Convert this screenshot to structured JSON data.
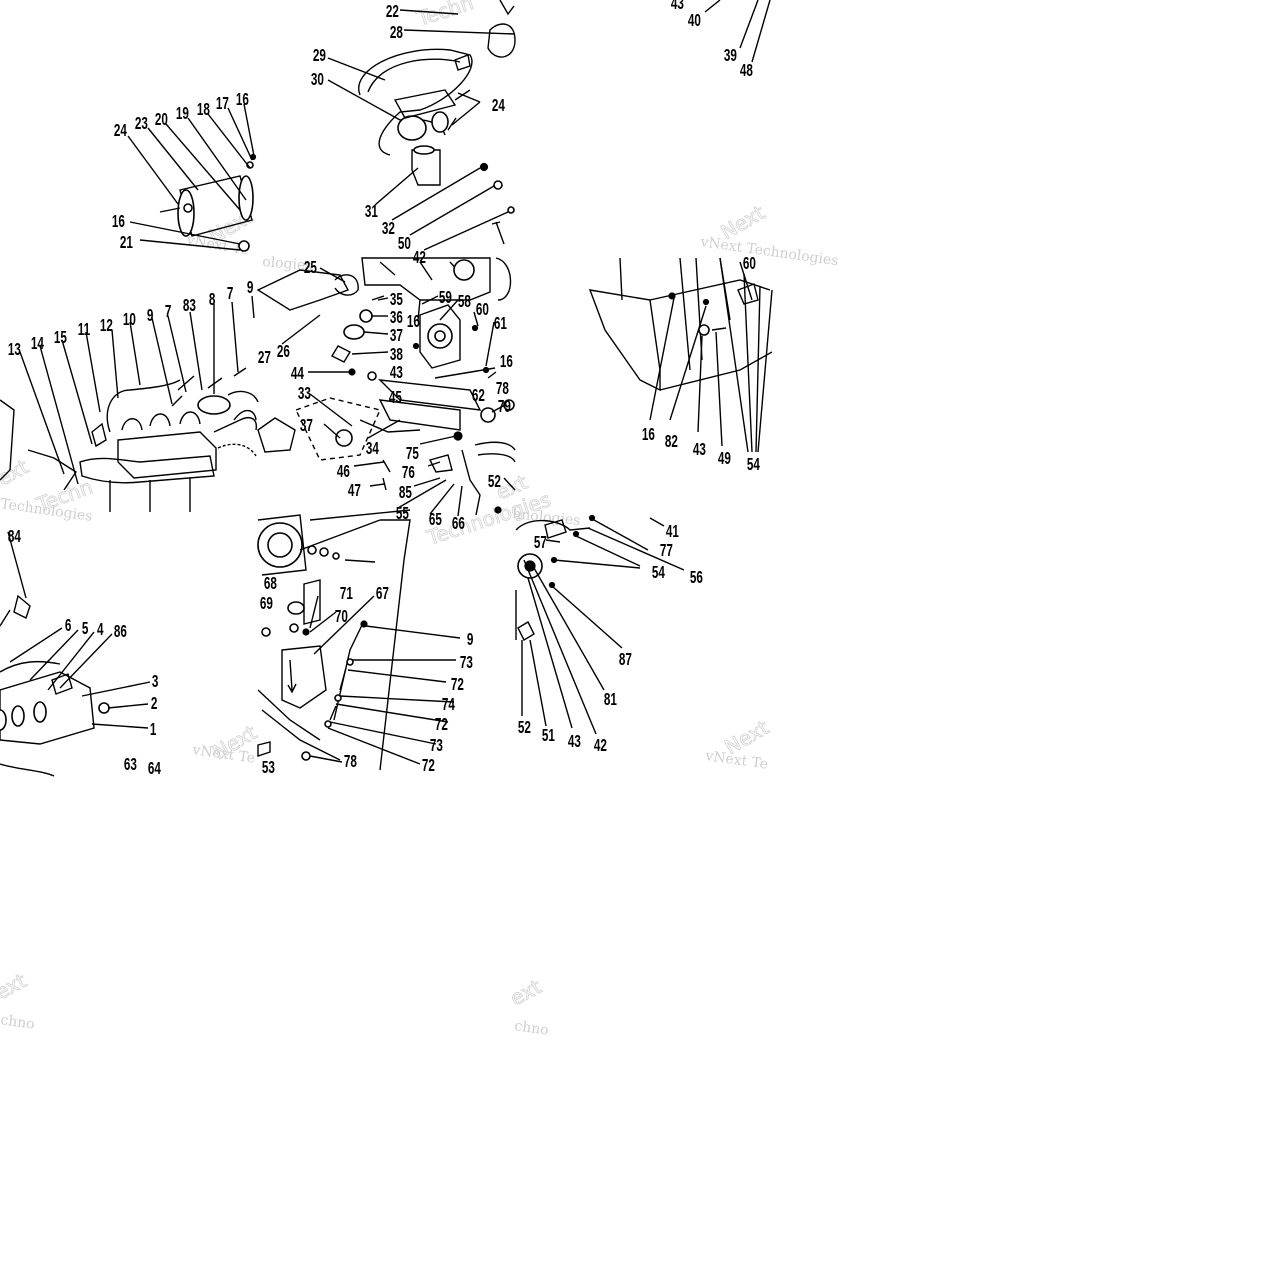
{
  "watermark": {
    "brand": "vNext Te",
    "brand_full": "vNext Technologies",
    "word_a": "Techn",
    "word_b": "Technologies",
    "word_c": "ologies",
    "word_d": "hnologies",
    "word_e": "ext",
    "word_f": "chno",
    "word_g": "Next"
  },
  "diagram": {
    "callouts": [
      {
        "id": "c22",
        "text": "22"
      },
      {
        "id": "c28",
        "text": "28"
      },
      {
        "id": "c29",
        "text": "29"
      },
      {
        "id": "c30",
        "text": "30"
      },
      {
        "id": "c24a",
        "text": "24"
      },
      {
        "id": "c31",
        "text": "31"
      },
      {
        "id": "c32",
        "text": "32"
      },
      {
        "id": "c50",
        "text": "50"
      },
      {
        "id": "c42a",
        "text": "42"
      },
      {
        "id": "c43a",
        "text": "43"
      },
      {
        "id": "c40",
        "text": "40"
      },
      {
        "id": "c39",
        "text": "39"
      },
      {
        "id": "c48",
        "text": "48"
      },
      {
        "id": "c24b",
        "text": "24"
      },
      {
        "id": "c23",
        "text": "23"
      },
      {
        "id": "c20",
        "text": "20"
      },
      {
        "id": "c19",
        "text": "19"
      },
      {
        "id": "c18",
        "text": "18"
      },
      {
        "id": "c17",
        "text": "17"
      },
      {
        "id": "c16a",
        "text": "16"
      },
      {
        "id": "c16b",
        "text": "16"
      },
      {
        "id": "c21",
        "text": "21"
      },
      {
        "id": "c25",
        "text": "25"
      },
      {
        "id": "c35",
        "text": "35"
      },
      {
        "id": "c36",
        "text": "36"
      },
      {
        "id": "c37a",
        "text": "37"
      },
      {
        "id": "c38",
        "text": "38"
      },
      {
        "id": "c59",
        "text": "59"
      },
      {
        "id": "c58",
        "text": "58"
      },
      {
        "id": "c60",
        "text": "60"
      },
      {
        "id": "c61",
        "text": "61"
      },
      {
        "id": "c16c",
        "text": "16"
      },
      {
        "id": "c16d",
        "text": "16"
      },
      {
        "id": "c44",
        "text": "44"
      },
      {
        "id": "c43b",
        "text": "43"
      },
      {
        "id": "c27",
        "text": "27"
      },
      {
        "id": "c26",
        "text": "26"
      },
      {
        "id": "c33",
        "text": "33"
      },
      {
        "id": "c45",
        "text": "45"
      },
      {
        "id": "c62",
        "text": "62"
      },
      {
        "id": "c78a",
        "text": "78"
      },
      {
        "id": "c79",
        "text": "79"
      },
      {
        "id": "c37b",
        "text": "37"
      },
      {
        "id": "c34",
        "text": "34"
      },
      {
        "id": "c75",
        "text": "75"
      },
      {
        "id": "c46",
        "text": "46"
      },
      {
        "id": "c76",
        "text": "76"
      },
      {
        "id": "c47",
        "text": "47"
      },
      {
        "id": "c85",
        "text": "85"
      },
      {
        "id": "c52a",
        "text": "52"
      },
      {
        "id": "c55",
        "text": "55"
      },
      {
        "id": "c65",
        "text": "65"
      },
      {
        "id": "c66",
        "text": "66"
      },
      {
        "id": "c13",
        "text": "13"
      },
      {
        "id": "c14",
        "text": "14"
      },
      {
        "id": "c15",
        "text": "15"
      },
      {
        "id": "c11",
        "text": "11"
      },
      {
        "id": "c10",
        "text": "10"
      },
      {
        "id": "c12",
        "text": "12"
      },
      {
        "id": "c9a",
        "text": "9"
      },
      {
        "id": "c7a",
        "text": "7"
      },
      {
        "id": "c83",
        "text": "83"
      },
      {
        "id": "c8",
        "text": "8"
      },
      {
        "id": "c7b",
        "text": "7"
      },
      {
        "id": "c9b",
        "text": "9"
      },
      {
        "id": "c16e",
        "text": "16"
      },
      {
        "id": "c82",
        "text": "82"
      },
      {
        "id": "c43c",
        "text": "43"
      },
      {
        "id": "c49",
        "text": "49"
      },
      {
        "id": "c54a",
        "text": "54"
      },
      {
        "id": "c60b",
        "text": "60"
      },
      {
        "id": "c84",
        "text": "84"
      },
      {
        "id": "c6",
        "text": "6"
      },
      {
        "id": "c5",
        "text": "5"
      },
      {
        "id": "c4",
        "text": "4"
      },
      {
        "id": "c86",
        "text": "86"
      },
      {
        "id": "c3",
        "text": "3"
      },
      {
        "id": "c2",
        "text": "2"
      },
      {
        "id": "c1",
        "text": "1"
      },
      {
        "id": "c63",
        "text": "63"
      },
      {
        "id": "c64",
        "text": "64"
      },
      {
        "id": "c68",
        "text": "68"
      },
      {
        "id": "c69",
        "text": "69"
      },
      {
        "id": "c71",
        "text": "71"
      },
      {
        "id": "c70",
        "text": "70"
      },
      {
        "id": "c67",
        "text": "67"
      },
      {
        "id": "c9c",
        "text": "9"
      },
      {
        "id": "c73a",
        "text": "73"
      },
      {
        "id": "c72a",
        "text": "72"
      },
      {
        "id": "c74",
        "text": "74"
      },
      {
        "id": "c72b",
        "text": "72"
      },
      {
        "id": "c73b",
        "text": "73"
      },
      {
        "id": "c72c",
        "text": "72"
      },
      {
        "id": "c53",
        "text": "53"
      },
      {
        "id": "c78b",
        "text": "78"
      },
      {
        "id": "c41",
        "text": "41"
      },
      {
        "id": "c57",
        "text": "57"
      },
      {
        "id": "c77",
        "text": "77"
      },
      {
        "id": "c54b",
        "text": "54"
      },
      {
        "id": "c56",
        "text": "56"
      },
      {
        "id": "c87",
        "text": "87"
      },
      {
        "id": "c81",
        "text": "81"
      },
      {
        "id": "c52b",
        "text": "52"
      },
      {
        "id": "c51",
        "text": "51"
      },
      {
        "id": "c43d",
        "text": "43"
      },
      {
        "id": "c42b",
        "text": "42"
      }
    ]
  }
}
